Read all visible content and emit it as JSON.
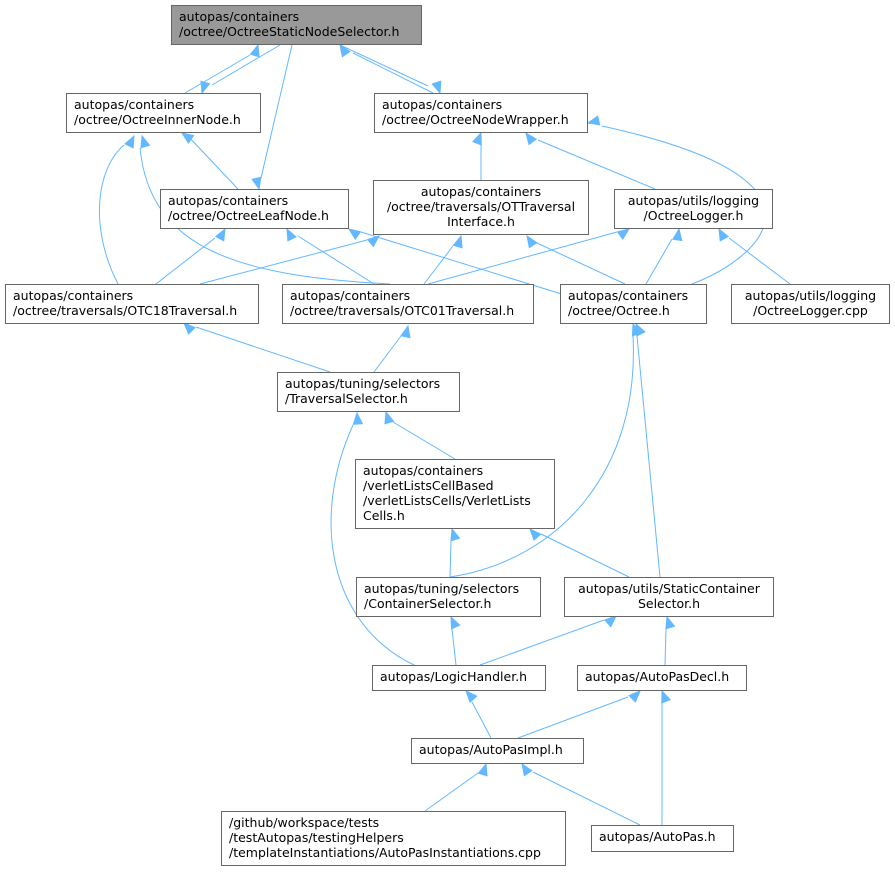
{
  "colors": {
    "edge": "#63b8ff",
    "root_fill": "#999999",
    "node_border": "#666666"
  },
  "nodes": {
    "selector": [
      "autopas/containers",
      "/octree/OctreeStaticNodeSelector.h"
    ],
    "inner": [
      "autopas/containers",
      "/octree/OctreeInnerNode.h"
    ],
    "wrapper": [
      "autopas/containers",
      "/octree/OctreeNodeWrapper.h"
    ],
    "leaf": [
      "autopas/containers",
      "/octree/OctreeLeafNode.h"
    ],
    "ottrav": [
      "autopas/containers",
      "/octree/traversals/OTTraversal",
      "Interface.h"
    ],
    "logger": [
      "autopas/utils/logging",
      "/OctreeLogger.h"
    ],
    "otc18": [
      "autopas/containers",
      "/octree/traversals/OTC18Traversal.h"
    ],
    "otc01": [
      "autopas/containers",
      "/octree/traversals/OTC01Traversal.h"
    ],
    "octree": [
      "autopas/containers",
      "/octree/Octree.h"
    ],
    "loggercpp": [
      "autopas/utils/logging",
      "/OctreeLogger.cpp"
    ],
    "travsel": [
      "autopas/tuning/selectors",
      "/TraversalSelector.h"
    ],
    "verlet": [
      "autopas/containers",
      "/verletListsCellBased",
      "/verletListsCells/VerletLists",
      "Cells.h"
    ],
    "contsel": [
      "autopas/tuning/selectors",
      "/ContainerSelector.h"
    ],
    "staticsel": [
      "autopas/utils/StaticContainer",
      "Selector.h"
    ],
    "logic": [
      "autopas/LogicHandler.h"
    ],
    "decl": [
      "autopas/AutoPasDecl.h"
    ],
    "impl": [
      "autopas/AutoPasImpl.h"
    ],
    "inst": [
      "/github/workspace/tests",
      "/testAutopas/testingHelpers",
      "/templateInstantiations/AutoPasInstantiations.cpp"
    ],
    "autopas": [
      "autopas/AutoPas.h"
    ]
  }
}
